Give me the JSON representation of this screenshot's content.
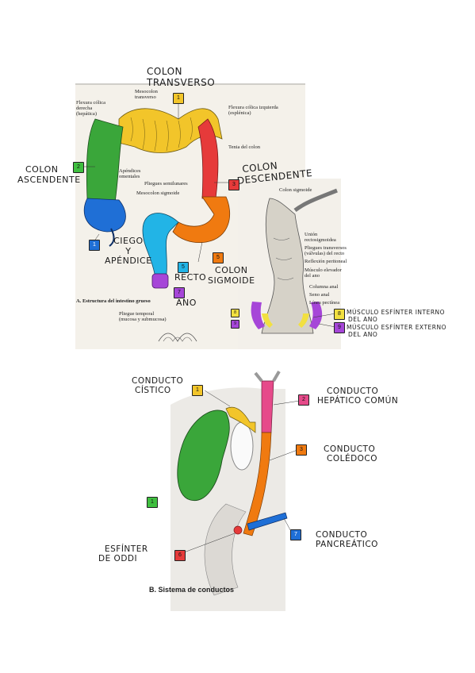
{
  "panel_a": {
    "labels": {
      "transverse": [
        "COLON",
        "TRANSVERSO"
      ],
      "ascending": [
        "COLON",
        "ASCENDENTE"
      ],
      "descending": [
        "COLON",
        "DESCENDENTE"
      ],
      "cecum": [
        "CIEGO",
        "Y",
        "APÉNDICE"
      ],
      "rectum": "RECTO",
      "sigmoid": [
        "COLON",
        "SIGMOIDE"
      ],
      "anus": "ANO",
      "internal_sphincter": [
        "MÚSCULO ESFÍNTER INTERNO",
        "DEL ANO"
      ],
      "external_sphincter": [
        "MÚSCULO ESFÍNTER EXTERNO",
        "DEL ANO"
      ]
    },
    "badges": {
      "transverse": "1",
      "ascending": "2",
      "descending": "3",
      "cecum": "1",
      "rectum": "5",
      "sigmoid": "5",
      "anus": "7",
      "internal": "8",
      "external": "9",
      "small9": "9",
      "small8": "8"
    },
    "printed": {
      "mesocolon_t": [
        "Mesocolon",
        "transverso"
      ],
      "flexura_izq": [
        "Flexura cólica izquierda",
        "(esplénica)"
      ],
      "tenia": "Tenia del colon",
      "apendices": [
        "Apéndices",
        "omentales"
      ],
      "pliegues": "Pliegues semilunares",
      "mesocolon_s": "Mesocolon sigmoide",
      "colon_sig": "Colon sigmoide",
      "union": [
        "Unión",
        "rectosigmoidea"
      ],
      "pliegues_t": [
        "Pliegues transversos",
        "(válvulas) del recto"
      ],
      "reflexion": "Reflexión peritoneal",
      "elevador": [
        "Músculo elevador",
        "del ano"
      ],
      "columna": "Columna anal",
      "seno": "Seno anal",
      "pectinea": "Línea pectínea",
      "caption": "A. Estructura del intestino grueso",
      "pliegue_temp": [
        "Pliegue temporal",
        "(mucosa y submucosa)"
      ],
      "flexura_der": [
        "Flexura cólica",
        "derecha",
        "(hepática)"
      ]
    }
  },
  "panel_b": {
    "labels": {
      "cystic": [
        "CONDUCTO",
        "CÍSTICO"
      ],
      "hepatic": [
        "CONDUCTO",
        "HEPÁTICO COMÚN"
      ],
      "bile": [
        "CONDUCTO",
        "COLÉDOCO"
      ],
      "pancreatic": [
        "CONDUCTO",
        "PANCREÁTICO"
      ],
      "oddi": [
        "ESFÍNTER",
        "DE ODDI"
      ]
    },
    "badges": {
      "cystic": "1",
      "hepatic": "2",
      "bile": "3",
      "gallbladder": "1",
      "pancreatic": "7",
      "oddi": "6"
    },
    "caption": "B. Sistema de conductos"
  },
  "colors": {
    "yellow": "#f2c52a",
    "green": "#3aa63a",
    "red": "#e63a3a",
    "blue": "#1f6fd6",
    "cyan": "#22b4e6",
    "orange": "#f07a10",
    "purple": "#a646d8",
    "pink": "#e64a8a",
    "lightgreen": "#3fbf3f"
  }
}
